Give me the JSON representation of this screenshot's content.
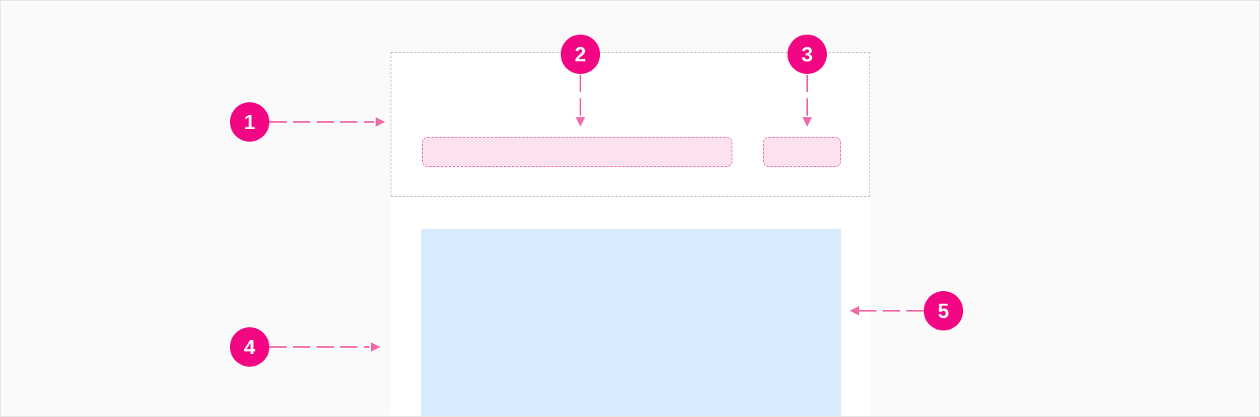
{
  "colors": {
    "marker": "#f20683",
    "arrow": "#f06aa7",
    "slot_fill": "#fce1ef",
    "content_fill": "#d7ebfd",
    "zone_border": "#b9b9b9",
    "background": "#fafafa"
  },
  "markers": [
    {
      "label": "1",
      "target": "header-zone"
    },
    {
      "label": "2",
      "target": "title-slot"
    },
    {
      "label": "3",
      "target": "action-slot"
    },
    {
      "label": "4",
      "target": "panel-left-edge"
    },
    {
      "label": "5",
      "target": "content-area"
    }
  ]
}
